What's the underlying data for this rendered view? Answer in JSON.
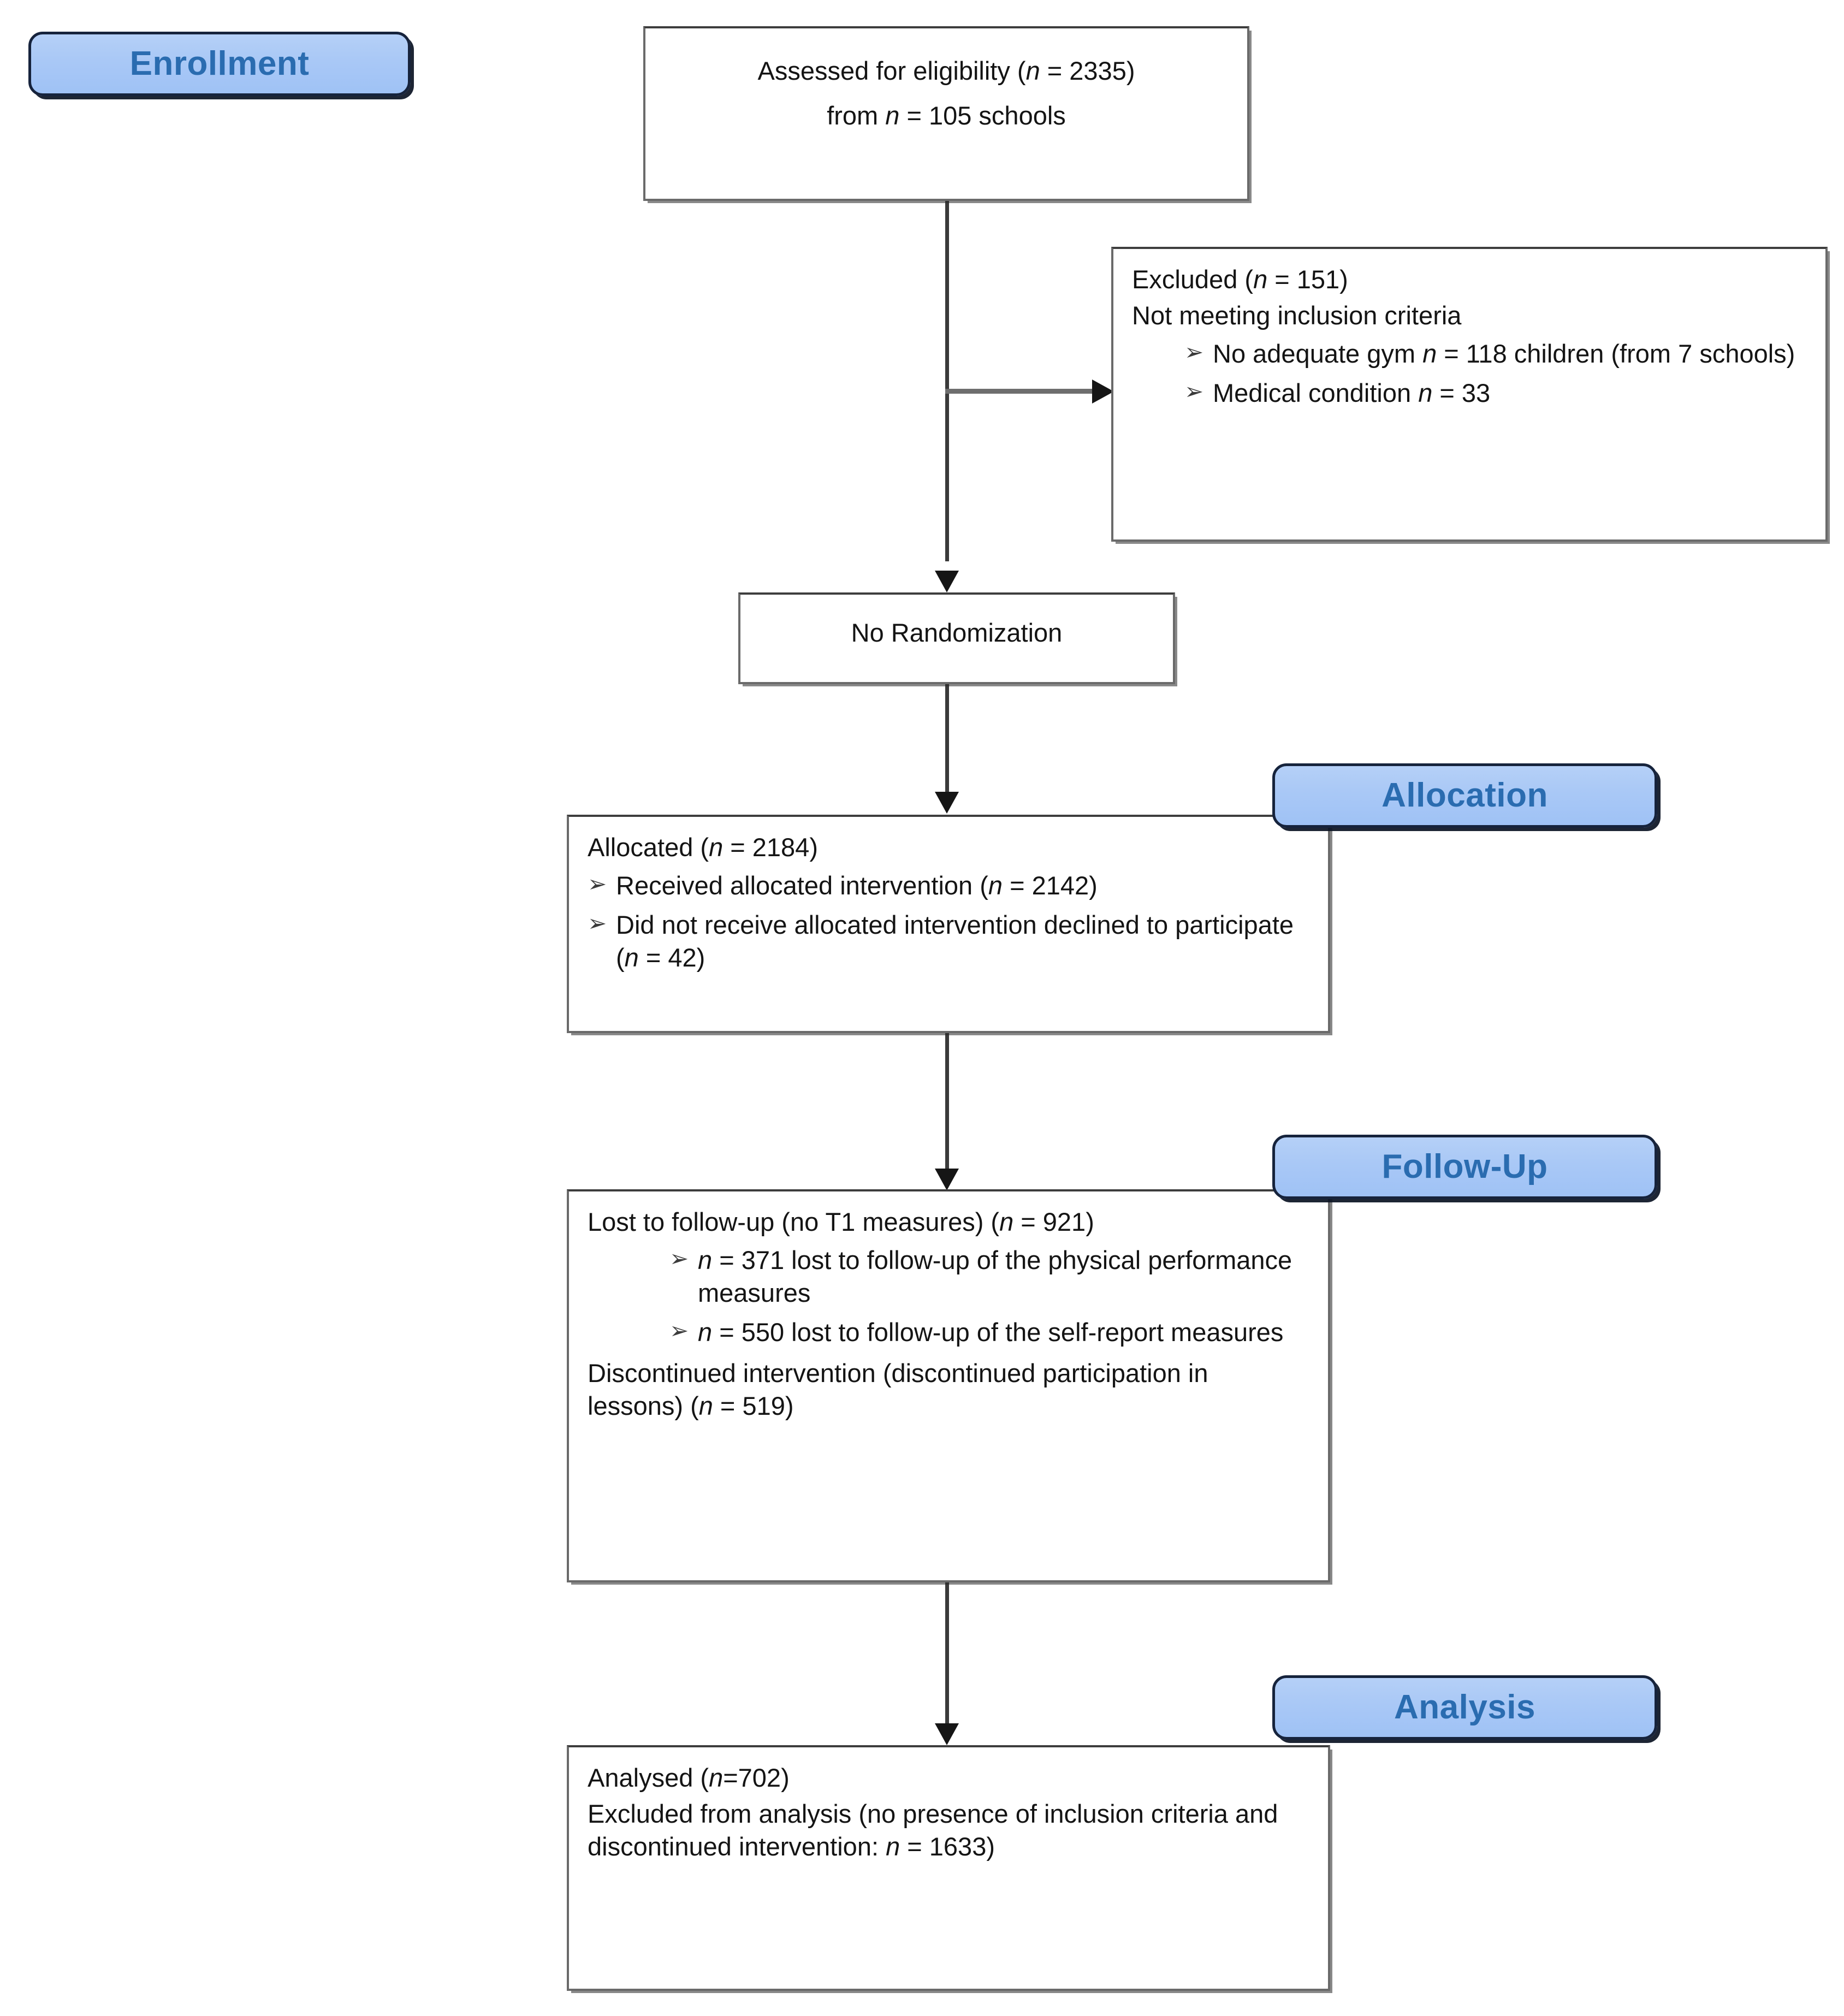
{
  "diagram": {
    "title": "CONSORT participant flow diagram",
    "accent_badge_fill": "#a9c8f6",
    "accent_badge_text": "#2a6cb0",
    "badge_border": "#16233c",
    "box_border": "#6a6a6a",
    "connector_color": "#3b3b3b",
    "bullet_marker": "➢"
  },
  "stages": {
    "enrollment": "Enrollment",
    "allocation": "Allocation",
    "follow_up": "Follow-Up",
    "analysis": "Analysis"
  },
  "nodes": {
    "eligibility": {
      "line1": "Assessed for eligibility (n = 2335)",
      "line2": "from n = 105 schools"
    },
    "excluded": {
      "line1": "Excluded (n = 151)",
      "line2": "Not meeting inclusion criteria",
      "bullets": [
        "No adequate gym n = 118 children (from 7 schools)",
        "Medical condition n = 33"
      ]
    },
    "randomization": {
      "line1": "No Randomization"
    },
    "allocated": {
      "line1": "Allocated (n = 2184)",
      "bullets": [
        "Received allocated intervention (n = 2142)",
        "Did not receive allocated intervention declined to participate (n = 42)"
      ]
    },
    "followup": {
      "line1": "Lost to follow-up (no T1 measures) (n = 921)",
      "bullets": [
        "n = 371 lost to follow-up of the physical performance measures",
        "n = 550 lost to follow-up of the self-report measures"
      ],
      "line2": "Discontinued intervention (discontinued participation in lessons) (n = 519)"
    },
    "analysed": {
      "line1": "Analysed (n=702)",
      "line2": "Excluded from analysis (no presence of inclusion criteria and discontinued intervention: n = 1633)"
    }
  },
  "flow_data": {
    "type": "flowchart",
    "assessed_for_eligibility": 2335,
    "schools": 105,
    "excluded_total": 151,
    "excluded_no_adequate_gym": 118,
    "excluded_gym_schools": 7,
    "excluded_medical_condition": 33,
    "allocated": 2184,
    "received_intervention": 2142,
    "declined_to_participate": 42,
    "lost_to_followup_total": 921,
    "lost_physical_performance": 371,
    "lost_self_report": 550,
    "discontinued_intervention": 519,
    "analysed": 702,
    "excluded_from_analysis": 1633
  }
}
